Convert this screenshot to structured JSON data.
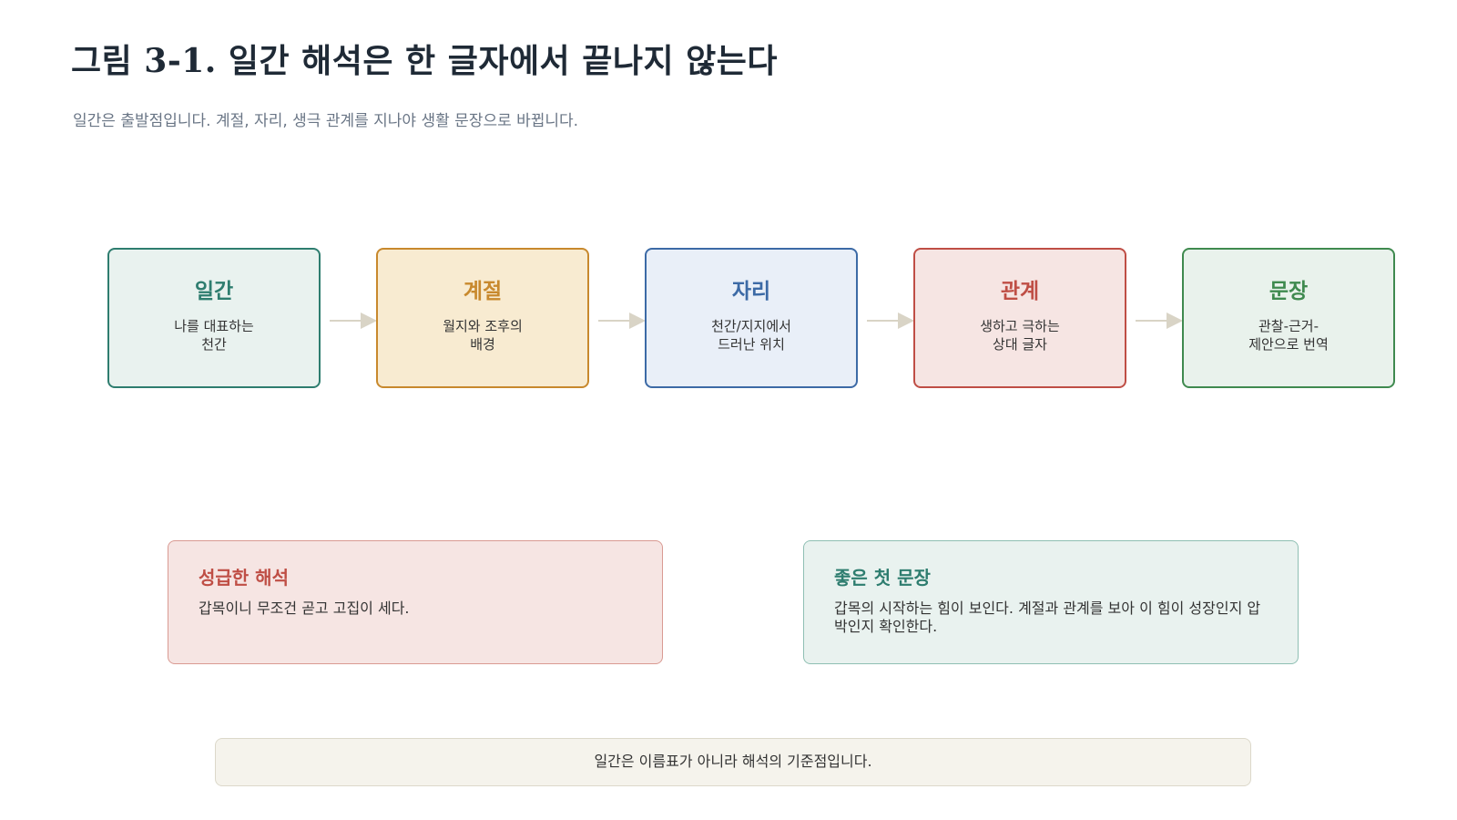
{
  "header": {
    "title": "그림 3-1. 일간 해석은 한 글자에서 끝나지 않는다",
    "subtitle": "일간은 출발점입니다. 계절, 자리, 생극 관계를 지나야 생활 문장으로 바뀝니다."
  },
  "flow": {
    "steps": [
      {
        "title": "일간",
        "desc": "나를 대표하는\n천간",
        "color": "#2e7d6f",
        "bg": "#e9f2ef"
      },
      {
        "title": "계절",
        "desc": "월지와 조후의\n배경",
        "color": "#c8892d",
        "bg": "#f8ebd1"
      },
      {
        "title": "자리",
        "desc": "천간/지지에서\n드러난 위치",
        "color": "#3c6aa6",
        "bg": "#e9eff8"
      },
      {
        "title": "관계",
        "desc": "생하고 극하는\n상대 글자",
        "color": "#bf4e45",
        "bg": "#f6e5e3"
      },
      {
        "title": "문장",
        "desc": "관찰-근거-\n제안으로 번역",
        "color": "#3f8a4f",
        "bg": "#e9f2ec"
      }
    ],
    "arrow_color": "#d9d4c6"
  },
  "notes": {
    "hasty": {
      "title": "성급한 해석",
      "body": "갑목이니 무조건 곧고 고집이 세다.",
      "color": "#bf4e45",
      "bg": "#f6e5e3",
      "border": "#d99a92"
    },
    "good": {
      "title": "좋은 첫 문장",
      "body": "갑목의 시작하는 힘이 보인다. 계절과 관계를 보아 이 힘이 성장인지 압박인지 확인한다.",
      "color": "#2e7d6f",
      "bg": "#e9f2ef",
      "border": "#8fbfb3"
    }
  },
  "footer": {
    "text": "일간은 이름표가 아니라 해석의 기준점입니다."
  }
}
